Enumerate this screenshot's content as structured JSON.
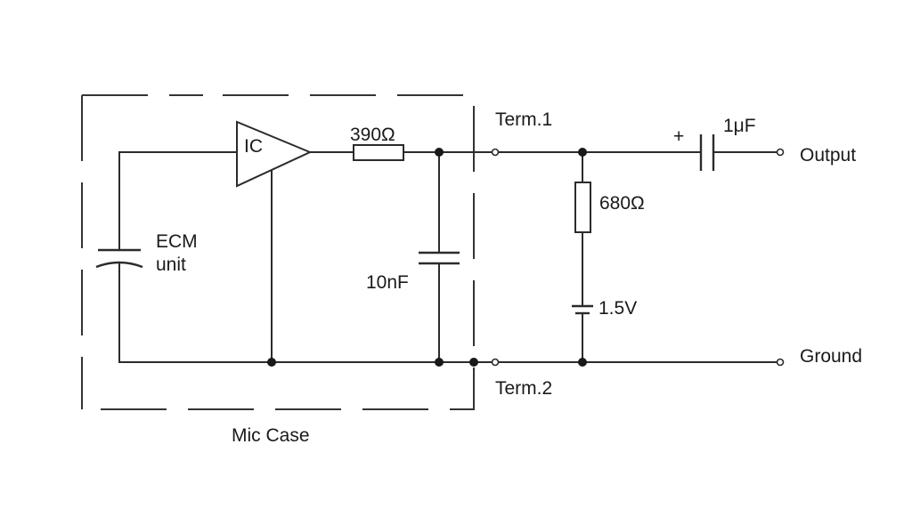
{
  "colors": {
    "wire": "#2b2b2b",
    "background": "#ffffff"
  },
  "labels": {
    "ic": "IC",
    "r1": "390Ω",
    "r2": "680Ω",
    "c_bypass": "10nF",
    "c_output": "1μF",
    "polarity": "+",
    "battery": "1.5V",
    "ecm_line1": "ECM",
    "ecm_line2": "unit",
    "term1": "Term.1",
    "term2": "Term.2",
    "output": "Output",
    "ground": "Ground",
    "case": "Mic Case"
  }
}
